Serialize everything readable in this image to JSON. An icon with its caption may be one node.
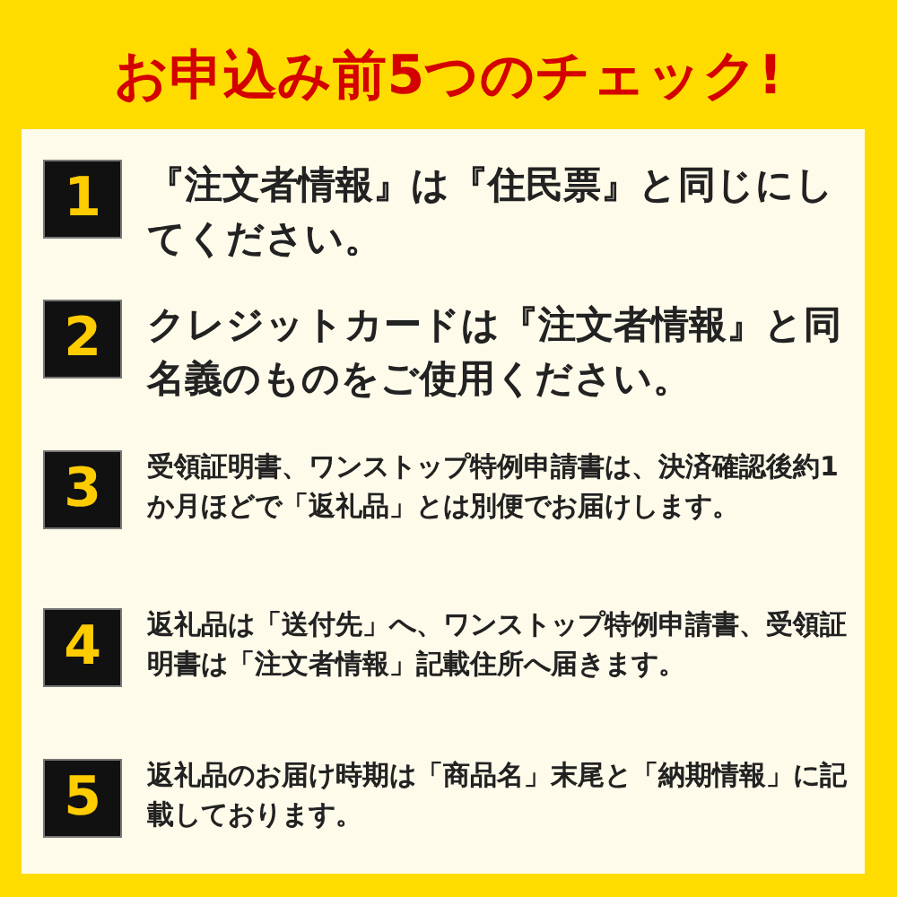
{
  "diagram": {
    "title": "お申込み前5つのチェック!",
    "nodes": [
      {
        "text": [
          "1"
        ],
        "beside": [
          "『注文者情報』は『住民票』と同じにしてください。"
        ]
      },
      {
        "text": [
          "2"
        ],
        "beside": [
          "クレジットカードは『注文者情報』と同名義のものをご使用ください。"
        ]
      },
      {
        "text": [
          "3"
        ],
        "beside": [
          "受領証明書、ワンストップ特例申請書は、決済確認後約1か月ほどで「返礼品」とは別便でお届けします。"
        ]
      },
      {
        "text": [
          "4"
        ],
        "beside": [
          "返礼品は「送付先」へ、ワンストップ特例申請書、受領証明書は「注文者情報」記載住所へ届きます。"
        ]
      },
      {
        "text": [
          "5"
        ],
        "beside": [
          "返礼品のお届け時期は「商品名」末尾と「納期情報」に記載しております。"
        ]
      }
    ]
  }
}
